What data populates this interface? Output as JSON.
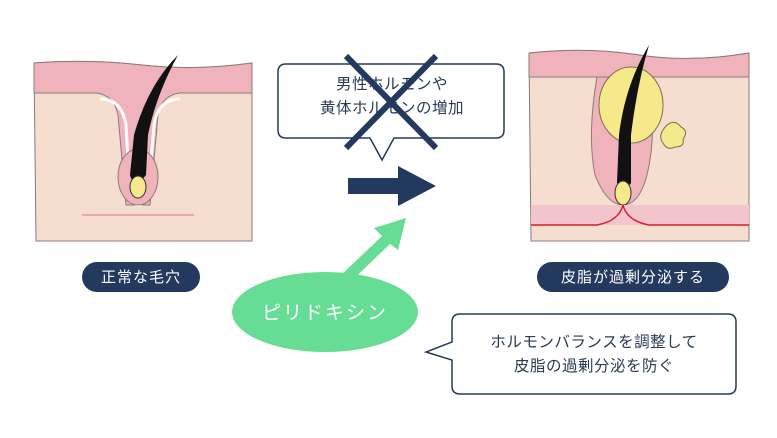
{
  "left_panel": {
    "label": "正常な毛穴"
  },
  "right_panel": {
    "label": "皮脂が過剰分泌する"
  },
  "top_bubble": {
    "line1": "男性ホルモンや",
    "line2": "黄体ホルモンの増加"
  },
  "ingredient": {
    "label": "ピリドキシン"
  },
  "bottom_bubble": {
    "line1": "ホルモンバランスを調整して",
    "line2": "皮脂の過剰分泌を防ぐ"
  },
  "colors": {
    "navy": "#233a5e",
    "skin_top": "#f0b2bb",
    "skin_body": "#f5ddd0",
    "sebum": "#f6e98a",
    "green": "#67dc94",
    "cross": "#233a5e"
  }
}
